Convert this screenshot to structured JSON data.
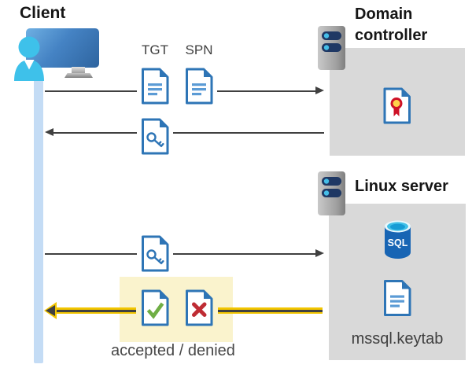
{
  "client": {
    "label": "Client"
  },
  "domain_controller": {
    "title": "Domain controller"
  },
  "linux_server": {
    "title": "Linux server",
    "sql_badge": "SQL",
    "keytab_label": "mssql.keytab"
  },
  "flow": {
    "tgt_label": "TGT",
    "spn_label": "SPN",
    "result_label": "accepted / denied"
  },
  "colors": {
    "doc_blue": "#2E75B6",
    "doc_line_blue": "#5B9BD5",
    "person_cyan": "#3EC1EA",
    "arrow_dark": "#404040",
    "highlight_yellow": "#F2C500",
    "highlight_bg": "#FAF3CD",
    "box_gray": "#D9D9D9",
    "lifeline_blue": "#C4DCF5",
    "check_green": "#6FAE44",
    "cross_red": "#BF2C34",
    "navy_pill": "#1F3864",
    "sql_blue": "#1865B4",
    "cert_red": "#CE1126",
    "cert_yellow": "#FFD24A"
  }
}
